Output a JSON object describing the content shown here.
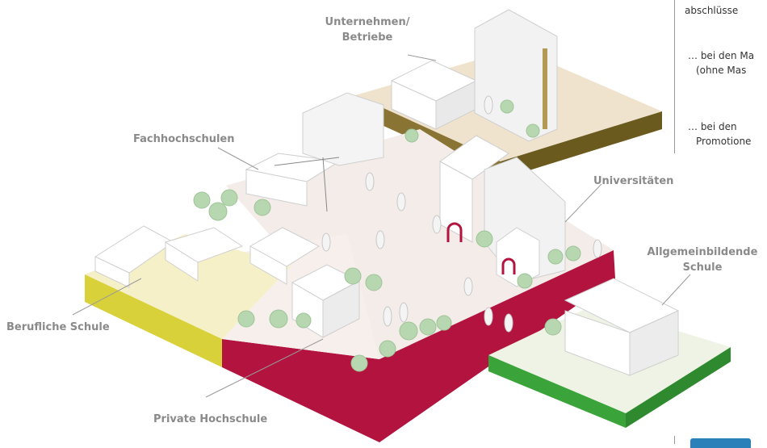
{
  "labels": {
    "unternehmen": [
      "Unternehmen/",
      "Betriebe"
    ],
    "fachhochschulen": "Fachhochschulen",
    "universitaeten": "Universitäten",
    "allgemeinbildende": [
      "Allgemeinbildende",
      "Schule"
    ],
    "berufliche": "Berufliche Schule",
    "private": "Private Hochschule"
  },
  "sidebar": {
    "line1": "abschlüsse",
    "line2": [
      "… bei den Ma",
      "(ohne Mas"
    ],
    "line3": [
      "… bei den",
      "Promotione"
    ]
  },
  "colors": {
    "yellow_edge": "#d8d13a",
    "red_edge": "#b3143f",
    "green_edge": "#3aa43a",
    "olive_edge": "#6b5a1e",
    "blue_tab": "#2a80b9"
  },
  "icons": [
    "tree-icon",
    "building-icon",
    "person-icon",
    "crane-icon"
  ]
}
